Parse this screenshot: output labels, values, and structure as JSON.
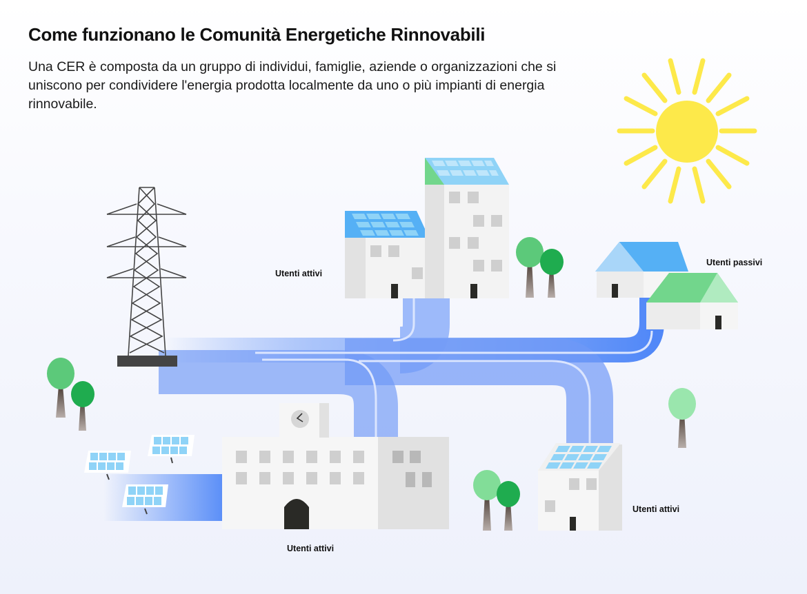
{
  "header": {
    "title": "Come funzionano le Comunità Energetiche Rinnovabili",
    "description": "Una CER è composta da un gruppo di individui, famiglie, aziende o organizzazioni che si uniscono per condividere l'energia prodotta localmente da uno o più impianti di energia rinnovabile."
  },
  "labels": {
    "apartments": "Utenti attivi",
    "houses": "Utenti passivi",
    "school": "Utenti attivi",
    "small_building": "Utenti attivi"
  },
  "colors": {
    "flow_blue": "#3f7cf7",
    "flow_light": "#b6c9fb",
    "sun": "#fde94a",
    "solar_panel": "#8fd3f7",
    "roof_blue": "#55b0f5",
    "roof_green": "#72d68c",
    "tree_green": "#5cc97a",
    "building_light": "#f3f3f3",
    "building_shade": "#e0e0e0",
    "window_grey": "#cfcfcf",
    "door_dark": "#2a2a26"
  }
}
